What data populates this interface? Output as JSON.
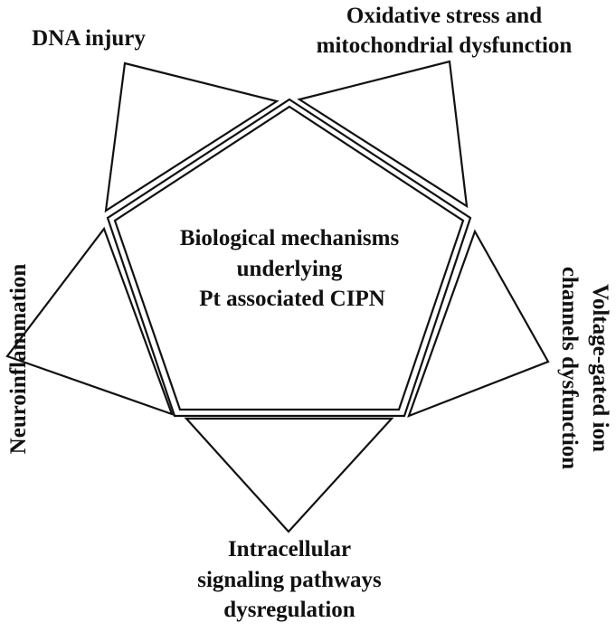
{
  "center": {
    "line1": "Biological mechanisms",
    "line2": "underlying",
    "line3": "Pt associated CIPN"
  },
  "mechanisms": {
    "dna_injury": {
      "line1": "DNA injury"
    },
    "oxidative_stress": {
      "line1": "Oxidative stress and",
      "line2": "mitochondrial dysfunction"
    },
    "voltage_gated": {
      "line1": "Voltage-gated ion",
      "line2": "channels dysfunction"
    },
    "intracellular": {
      "line1": "Intracellular",
      "line2": "signaling pathways",
      "line3": "dysregulation"
    },
    "neuroinflammation": {
      "line1": "Neuroinflammation"
    }
  },
  "colors": {
    "stroke": "#111111",
    "background": "#ffffff"
  }
}
